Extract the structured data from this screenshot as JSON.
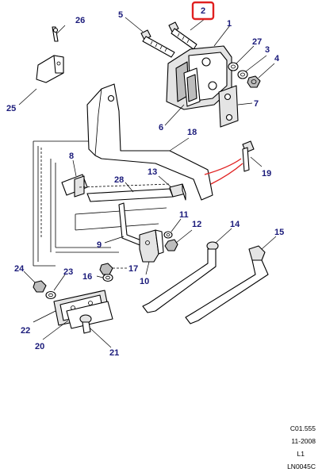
{
  "callouts": [
    "1",
    "2",
    "3",
    "4",
    "5",
    "6",
    "7",
    "8",
    "9",
    "10",
    "11",
    "12",
    "13",
    "14",
    "15",
    "16",
    "17",
    "18",
    "19",
    "20",
    "21",
    "22",
    "23",
    "24",
    "25",
    "26",
    "27",
    "28"
  ],
  "highlighted_callout": "2",
  "highlight_color": "#e02020",
  "callout_color": "#1a1a7a",
  "footer": {
    "code": "C01.555",
    "date": "11-2008",
    "level": "L1",
    "ref": "LN0045C"
  }
}
